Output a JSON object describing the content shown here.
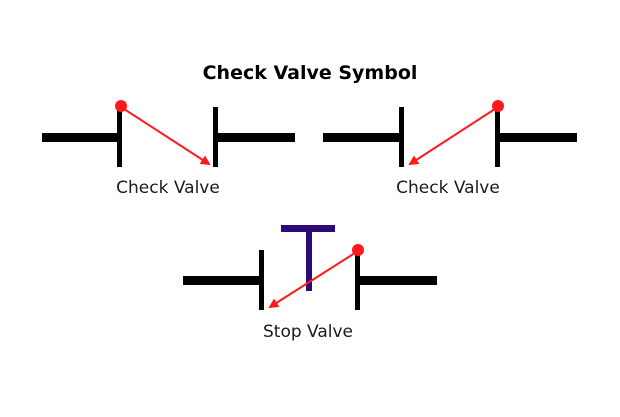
{
  "title": "Check Valve Symbol",
  "symbols": [
    {
      "caption": "Check Valve",
      "arrow_direction": "down-right"
    },
    {
      "caption": "Check Valve",
      "arrow_direction": "down-left"
    },
    {
      "caption": "Stop Valve",
      "arrow_direction": "down-left",
      "has_stem": true
    }
  ],
  "colors": {
    "pipe": "#000000",
    "arrow": "#ff1a1a",
    "stem": "#2e0a78"
  }
}
